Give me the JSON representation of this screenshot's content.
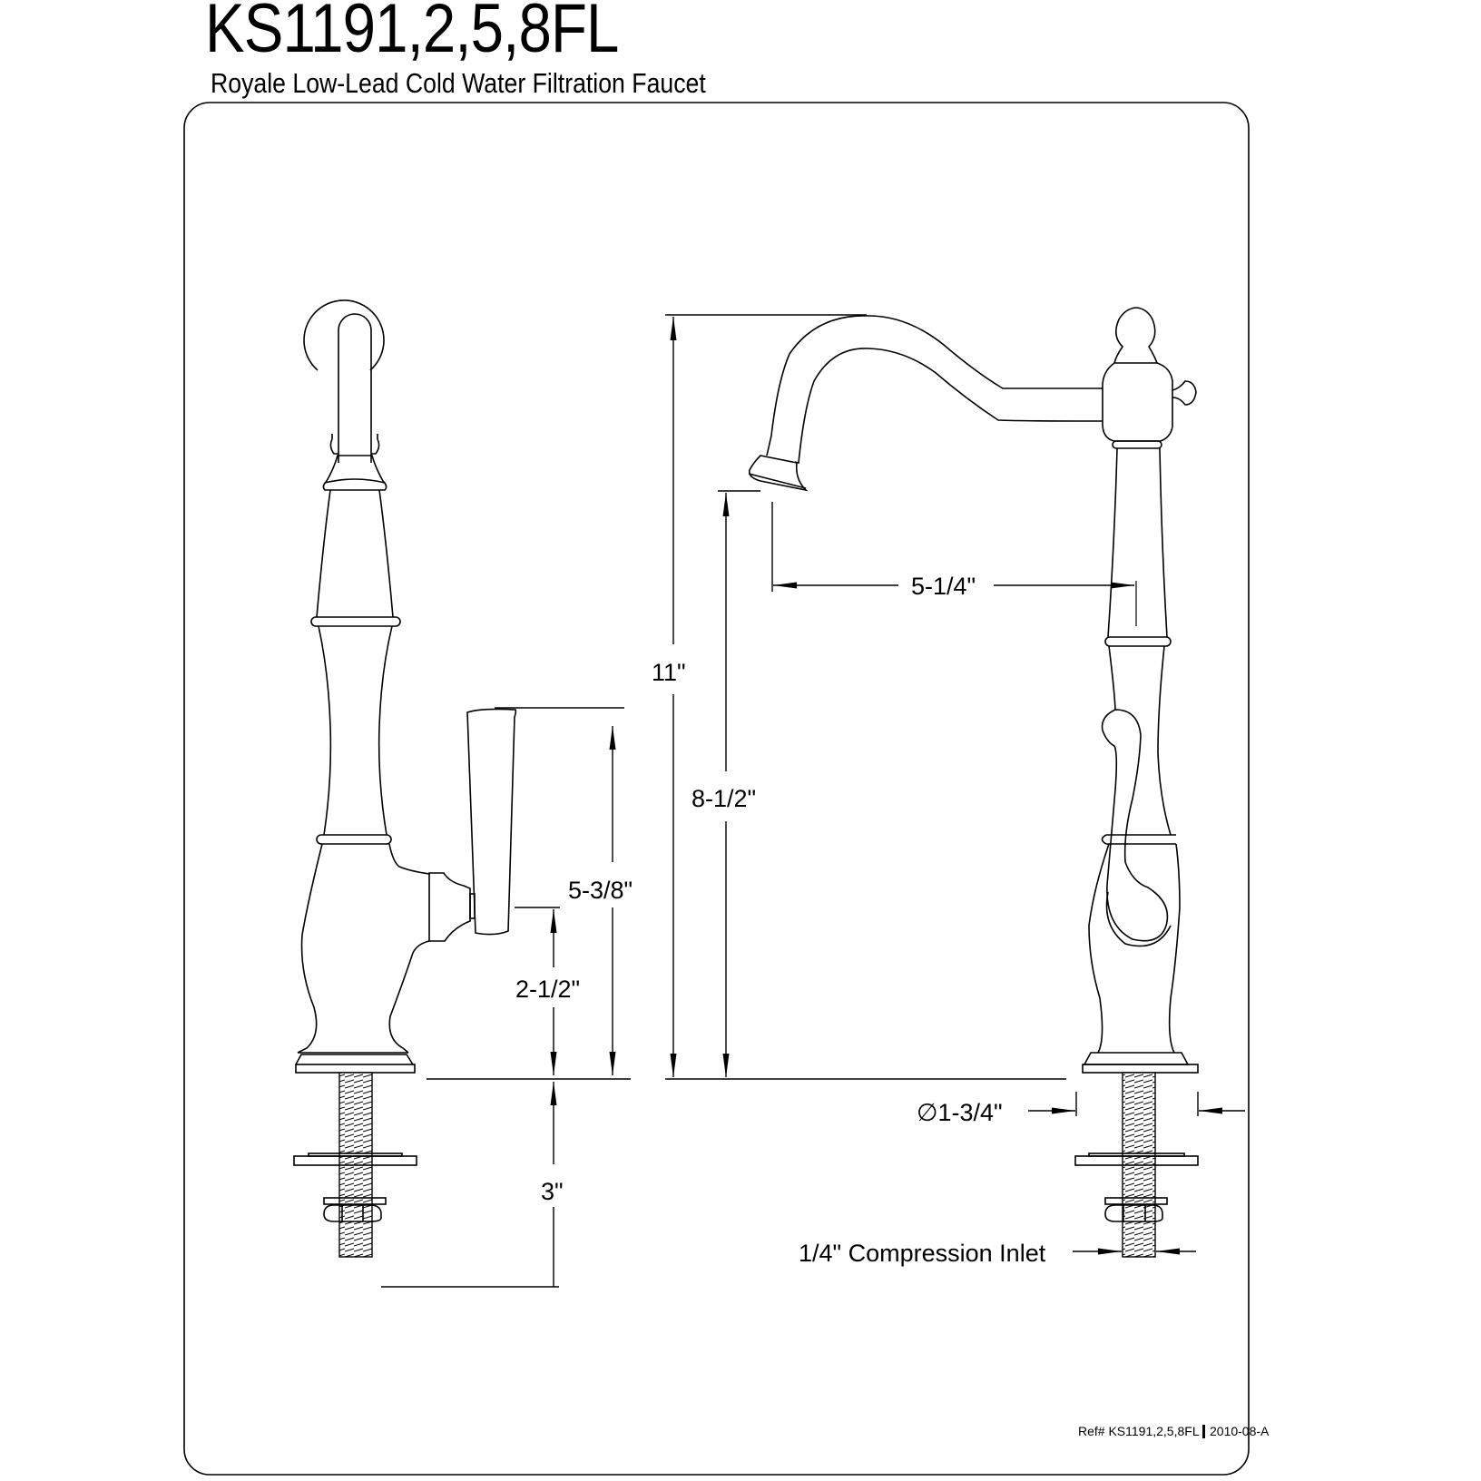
{
  "header": {
    "model": "KS1191,2,5,8FL",
    "description": "Royale Low-Lead Cold Water Filtration Faucet"
  },
  "views": {
    "side_view": {
      "dimensions": {
        "handle_height": "5-3/8\"",
        "handle_base_height": "2-1/2\"",
        "shank_length": "3\""
      }
    },
    "front_view": {
      "dimensions": {
        "overall_height": "11\"",
        "spout_clearance": "8-1/2\"",
        "spout_reach": "5-1/4\"",
        "base_diameter": "∅1-3/4\"",
        "inlet": "1/4\" Compression Inlet"
      }
    }
  },
  "footer": {
    "reference": "Ref# KS1191,2,5,8FL",
    "separator": "|",
    "revision": "2010-08-A"
  }
}
